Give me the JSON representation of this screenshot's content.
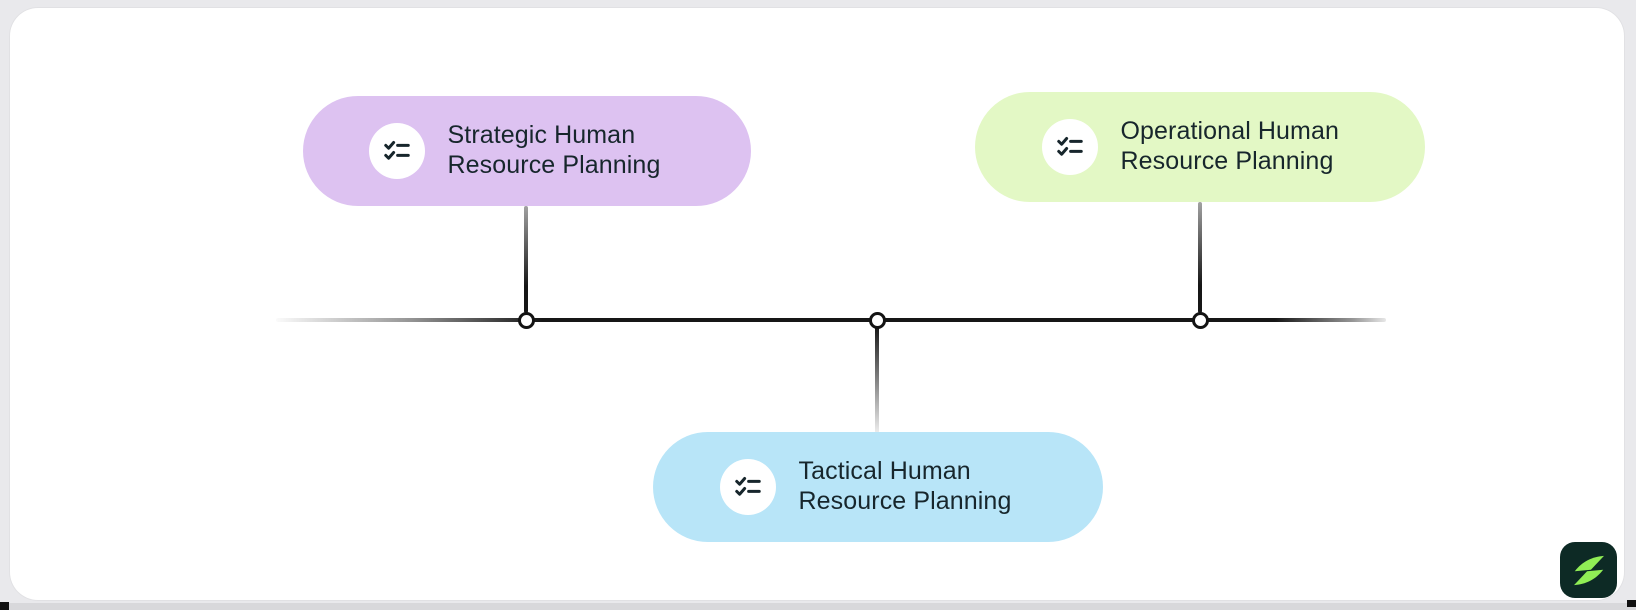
{
  "canvas": {
    "background_color": "#e9e9ec",
    "card_color": "#ffffff",
    "bottom_strip_color": "#d8d8db",
    "corner_mark_color": "#111111"
  },
  "diagram": {
    "type": "timeline",
    "axis_color": "#161616",
    "node_fill": "#ffffff",
    "node_stroke": "#131313",
    "text_color": "#17262c",
    "items": [
      {
        "id": "strategic",
        "label": "Strategic Human Resource Planning",
        "pill_color": "#ddc2f1",
        "icon": "checklist-icon",
        "position": "top-left"
      },
      {
        "id": "tactical",
        "label": "Tactical Human Resource Planning",
        "pill_color": "#b8e5f8",
        "icon": "checklist-icon",
        "position": "bottom-center"
      },
      {
        "id": "operational",
        "label": "Operational Human Resource Planning",
        "pill_color": "#e3f8c5",
        "icon": "checklist-icon",
        "position": "top-right"
      }
    ]
  },
  "branding": {
    "logo": "lightning-s-logo",
    "logo_background": "#0d2a25",
    "logo_glyph_color": "#90ee55"
  }
}
